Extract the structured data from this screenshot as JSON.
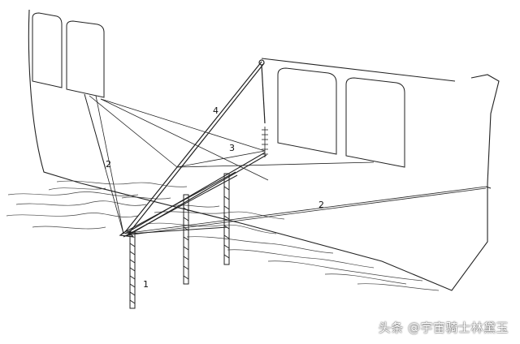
{
  "labels": {
    "l1": "1",
    "l2a": "2",
    "l2b": "2",
    "l3": "3",
    "l4": "4"
  },
  "watermark": "头条 @宇宙骑士林黛玉",
  "colors": {
    "ink": "#222222",
    "water": "#444444",
    "background": "#ffffff"
  }
}
